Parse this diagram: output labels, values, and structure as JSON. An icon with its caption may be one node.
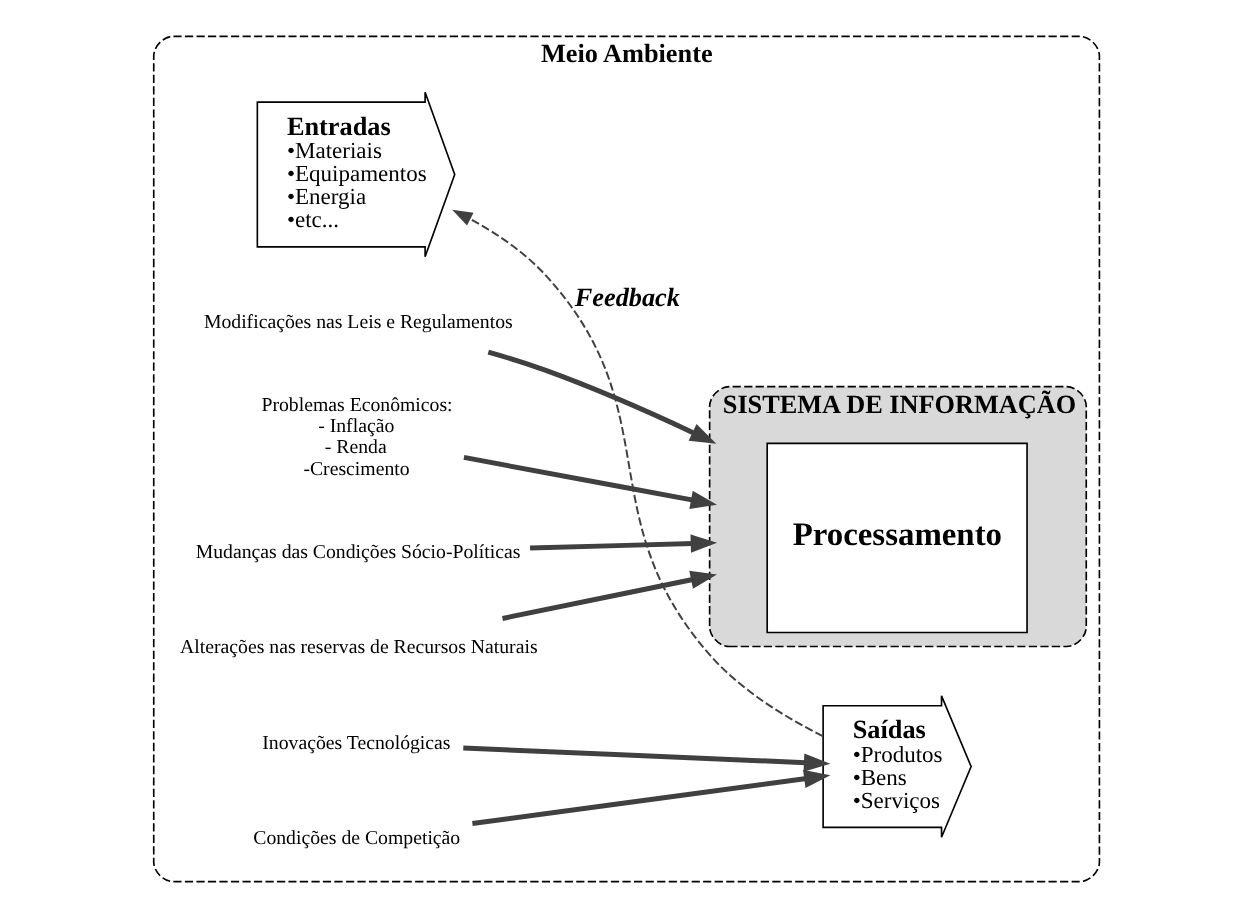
{
  "diagram": {
    "nodes": [
      {
        "text": [
          "Meio Ambiente"
        ]
      },
      {
        "text": [
          "SISTEMA DE INFORMAÇÃO"
        ],
        "in": 0
      },
      {
        "text": [
          "Entradas",
          "•Materiais",
          "•Equipamentos",
          "•Energia",
          "•etc..."
        ],
        "in": 0
      },
      {
        "text": [
          "Processamento"
        ],
        "in": 1
      },
      {
        "text": [
          "Saídas",
          "•Produtos",
          "•Bens",
          "•Serviços"
        ],
        "in": 0
      },
      {
        "text": [
          "Alterações nas reservas de Recursos Naturais"
        ],
        "in": 0
      },
      {
        "text": [
          "Modificações nas Leis e Regulamentos"
        ],
        "in": 0
      },
      {
        "text": [
          "Condições de Competição"
        ],
        "in": 0
      },
      {
        "text": [
          "Problemas Econômicos:",
          "- Inflação",
          "- Renda",
          "-Crescimento"
        ],
        "in": 0
      },
      {
        "text": [
          "Mudanças das Condições Sócio-Políticas"
        ],
        "in": 0
      },
      {
        "text": [
          "Inovações Tecnológicas"
        ],
        "in": 0
      }
    ],
    "edges": [
      {
        "from": 5,
        "to": 1,
        "arrow": "to"
      },
      {
        "from": 6,
        "to": 1,
        "arrow": "to"
      },
      {
        "from": 7,
        "to": 4,
        "arrow": "to"
      },
      {
        "from": 8,
        "to": 1,
        "arrow": "to"
      },
      {
        "from": 9,
        "to": 1,
        "arrow": "to"
      },
      {
        "from": 10,
        "to": 4,
        "arrow": "to"
      },
      {
        "from": 4,
        "to": 2,
        "arrow": "to",
        "style": "dashed",
        "label": "Feedback"
      }
    ]
  }
}
